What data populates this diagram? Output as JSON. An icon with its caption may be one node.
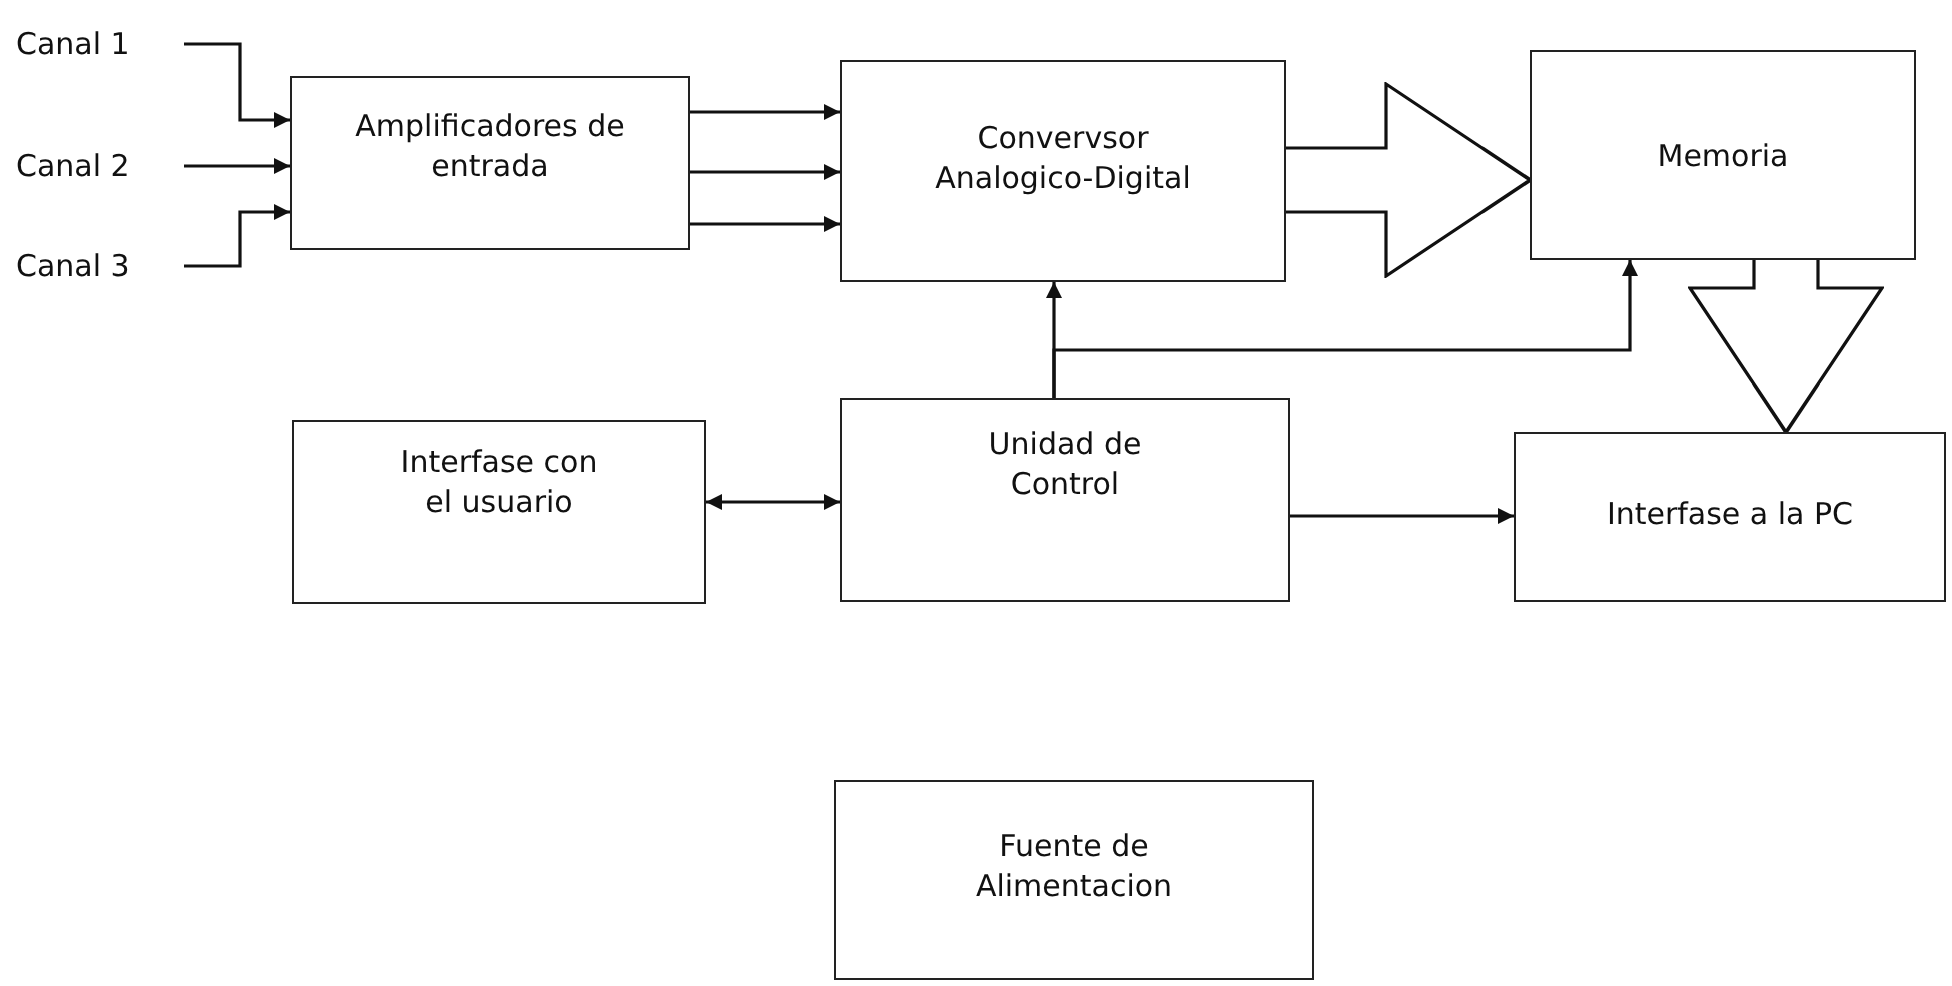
{
  "diagram": {
    "nodes": [
      {
        "text": [
          "Canal 1"
        ]
      },
      {
        "text": [
          "Canal 2"
        ]
      },
      {
        "text": [
          "Canal 3"
        ]
      },
      {
        "text": [
          "Amplificadores de entrada"
        ]
      },
      {
        "text": [
          "Convervsor Analogico-Digital"
        ]
      },
      {
        "text": [
          "Memoria"
        ]
      },
      {
        "text": [
          "Interfase con el usuario"
        ]
      },
      {
        "text": [
          "Unidad de Control"
        ]
      },
      {
        "text": [
          "Interfase a la PC"
        ]
      },
      {
        "text": [
          "Fuente de Alimentacion"
        ]
      }
    ],
    "edges": [
      {
        "from": 0,
        "to": 3,
        "arrow": "to"
      },
      {
        "from": 1,
        "to": 3,
        "arrow": "to"
      },
      {
        "from": 2,
        "to": 3,
        "arrow": "to"
      },
      {
        "from": 3,
        "to": 4,
        "arrow": "to"
      },
      {
        "from": 3,
        "to": 4,
        "arrow": "to"
      },
      {
        "from": 3,
        "to": 4,
        "arrow": "to"
      },
      {
        "from": 4,
        "to": 5,
        "arrow": "to",
        "style": "thick"
      },
      {
        "from": 7,
        "to": 4,
        "arrow": "to"
      },
      {
        "from": 7,
        "to": 5,
        "arrow": "to"
      },
      {
        "from": 6,
        "to": 7,
        "arrow": "both"
      },
      {
        "from": 7,
        "to": 8,
        "arrow": "to"
      },
      {
        "from": 5,
        "to": 8,
        "arrow": "to",
        "style": "thick"
      }
    ]
  }
}
